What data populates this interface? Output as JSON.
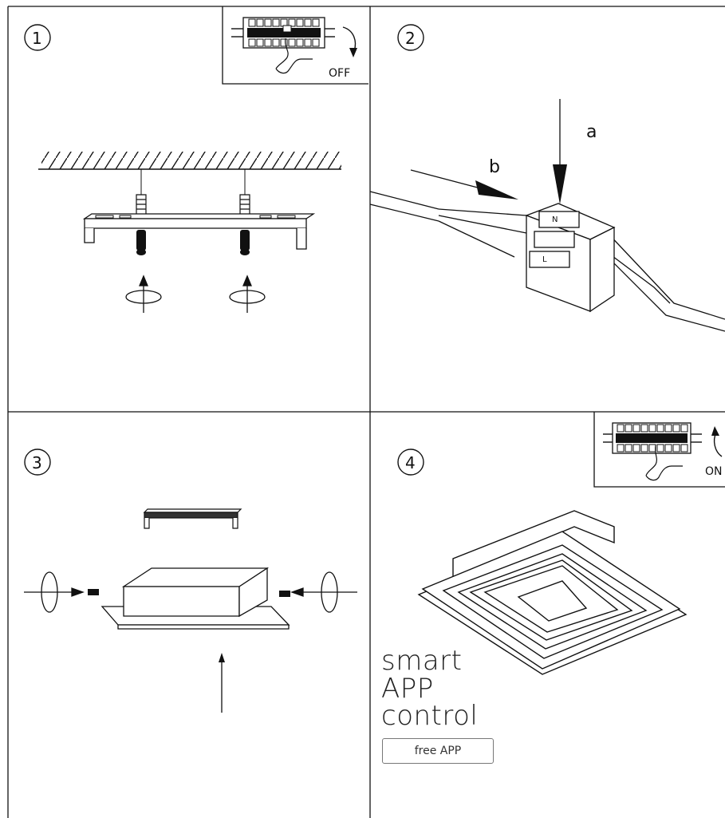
{
  "steps": [
    {
      "number": "1"
    },
    {
      "number": "2"
    },
    {
      "number": "3"
    },
    {
      "number": "4"
    }
  ],
  "panel1": {
    "switch_label": "OFF"
  },
  "panel2": {
    "arrow_a": "a",
    "arrow_b": "b",
    "terminal_n": "N",
    "terminal_l": "L"
  },
  "panel4": {
    "switch_label": "ON",
    "smart_lines": [
      "smart",
      "APP",
      "control"
    ],
    "free_app_label": "free APP"
  }
}
